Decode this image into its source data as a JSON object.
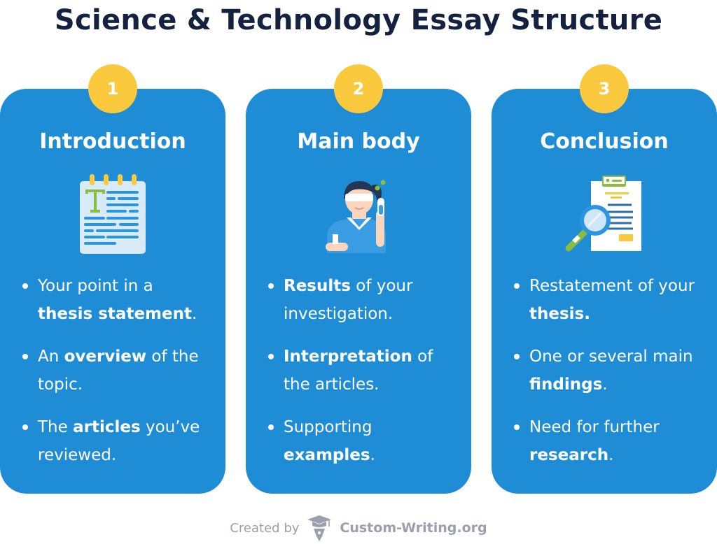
{
  "title": "Science & Technology Essay Structure",
  "colors": {
    "card": "#1e8dd6",
    "badge": "#fbc93d",
    "title": "#15223f",
    "footer": "#9aa1ad"
  },
  "cards": [
    {
      "number": "1",
      "heading": "Introduction",
      "icon": "notepad-icon",
      "bullets": [
        {
          "pre": "Your point in a ",
          "bold": "thesis statement",
          "post": "."
        },
        {
          "pre": "An ",
          "bold": "overview",
          "post": " of the topic."
        },
        {
          "pre": "The ",
          "bold": "articles",
          "post": " you’ve reviewed."
        }
      ]
    },
    {
      "number": "2",
      "heading": "Main body",
      "icon": "scientist-icon",
      "bullets": [
        {
          "pre": "",
          "bold": "Results",
          "post": " of your investigation."
        },
        {
          "pre": "",
          "bold": "Interpretation",
          "post": " of the articles."
        },
        {
          "pre": "Supporting ",
          "bold": "examples",
          "post": "."
        }
      ]
    },
    {
      "number": "3",
      "heading": "Conclusion",
      "icon": "clipboard-magnifier-icon",
      "bullets": [
        {
          "pre": "Restatement of your ",
          "bold": "thesis.",
          "post": ""
        },
        {
          "pre": "One or several main ",
          "bold": "findings",
          "post": "."
        },
        {
          "pre": "Need for further ",
          "bold": "research",
          "post": "."
        }
      ]
    }
  ],
  "footer": {
    "created_by": "Created by",
    "brand": "Custom-Writing.org",
    "icon": "graduation-pen-icon"
  }
}
